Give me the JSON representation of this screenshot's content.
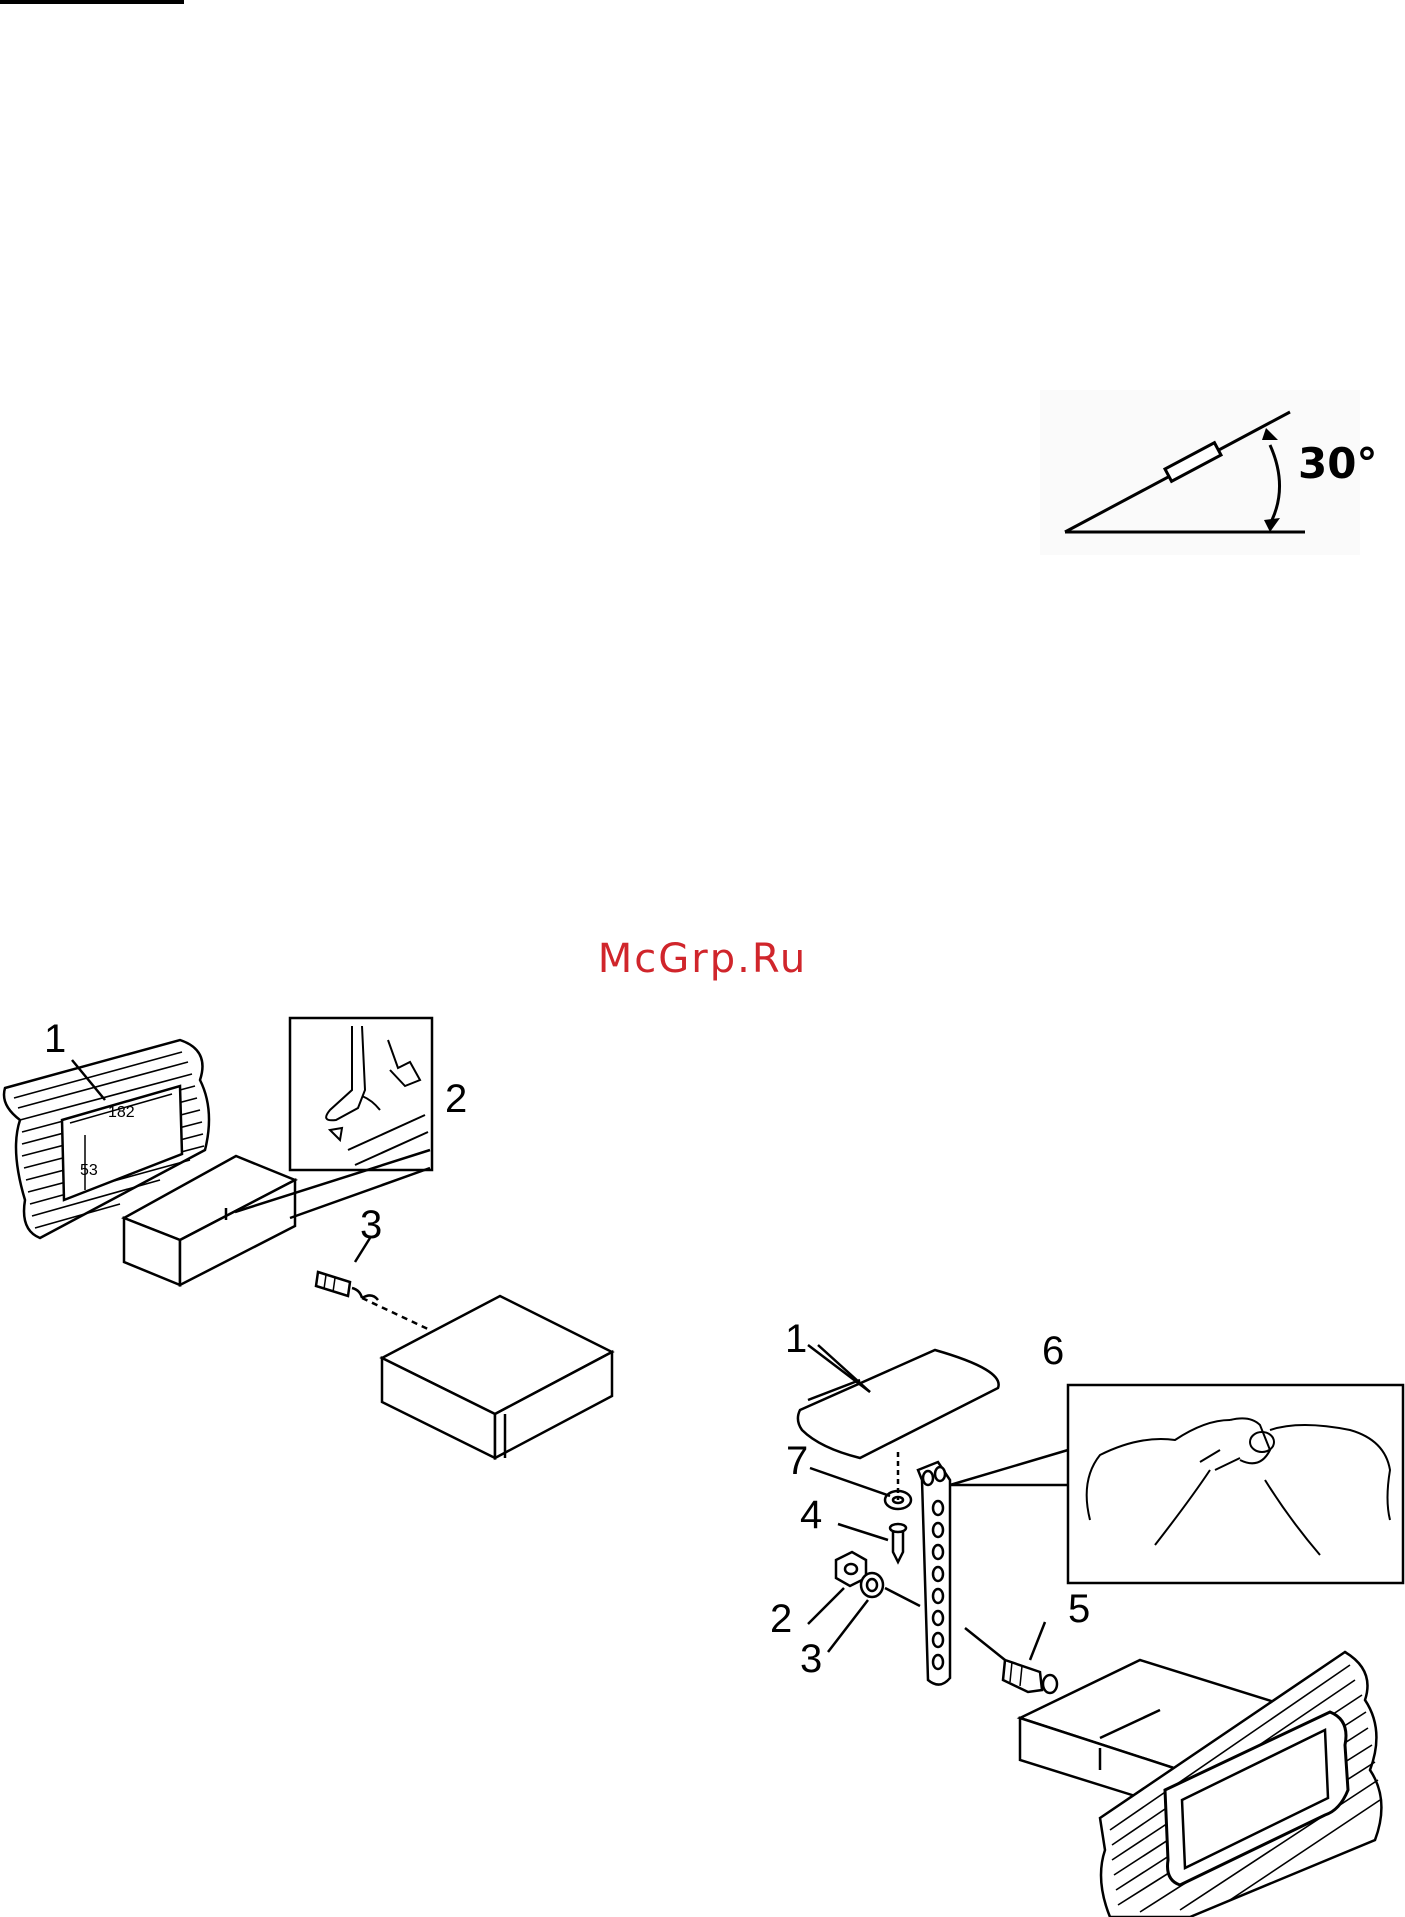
{
  "watermark": {
    "text": "McGrp.Ru",
    "color": "#d0252b"
  },
  "angle_figure": {
    "label": "30°"
  },
  "install_figure_left": {
    "callouts": [
      "1",
      "2",
      "3"
    ],
    "dimension_width": "182",
    "dimension_height": "53"
  },
  "install_figure_right": {
    "callouts": [
      "1",
      "2",
      "3",
      "4",
      "5",
      "6",
      "7"
    ]
  }
}
